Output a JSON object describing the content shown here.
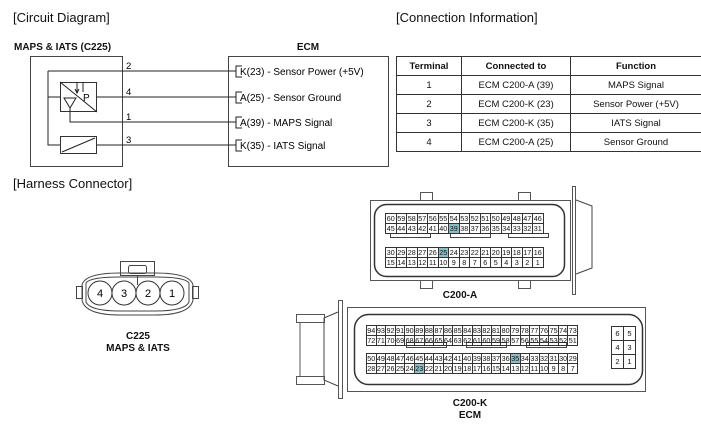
{
  "sections": {
    "circuit_diagram": "[Circuit Diagram]",
    "connection_information": "[Connection Information]",
    "harness_connector": "[Harness Connector]"
  },
  "circuit": {
    "sensor_title": "MAPS & IATS (C225)",
    "sensor_symbol_label": "P",
    "ecm_title": "ECM",
    "wires": [
      {
        "terminal": "2",
        "ecm_label": "K(23) - Sensor Power (+5V)"
      },
      {
        "terminal": "4",
        "ecm_label": "A(25) - Sensor Ground"
      },
      {
        "terminal": "1",
        "ecm_label": "A(39) - MAPS Signal"
      },
      {
        "terminal": "3",
        "ecm_label": "K(35) - IATS Signal"
      }
    ]
  },
  "connection_table": {
    "headers": [
      "Terminal",
      "Connected to",
      "Function"
    ],
    "rows": [
      [
        "1",
        "ECM C200-A (39)",
        "MAPS Signal"
      ],
      [
        "2",
        "ECM C200-K (23)",
        "Sensor Power (+5V)"
      ],
      [
        "3",
        "ECM C200-K (35)",
        "IATS Signal"
      ],
      [
        "4",
        "ECM C200-A (25)",
        "Sensor Ground"
      ]
    ]
  },
  "harness": {
    "c225": {
      "pins": [
        "4",
        "3",
        "2",
        "1"
      ],
      "label_line1": "C225",
      "label_line2": "MAPS & IATS"
    },
    "c200a": {
      "label": "C200-A",
      "highlight_color": "#8fbcc2",
      "upper_rows": [
        [
          "60",
          "59",
          "58",
          "57",
          "56",
          "55",
          "54",
          "53",
          "52",
          "51",
          "50",
          "49",
          "48",
          "47",
          "46"
        ],
        [
          "45",
          "44",
          "43",
          "42",
          "41",
          "40",
          "39",
          "38",
          "37",
          "36",
          "35",
          "34",
          "33",
          "32",
          "31"
        ]
      ],
      "lower_rows": [
        [
          "30",
          "29",
          "28",
          "27",
          "26",
          "25",
          "24",
          "23",
          "22",
          "21",
          "20",
          "19",
          "18",
          "17",
          "16"
        ],
        [
          "15",
          "14",
          "13",
          "12",
          "11",
          "10",
          "9",
          "8",
          "7",
          "6",
          "5",
          "4",
          "3",
          "2",
          "1"
        ]
      ],
      "highlighted": [
        "39",
        "25"
      ]
    },
    "c200k": {
      "label_line1": "C200-K",
      "label_line2": "ECM",
      "upper_rows": [
        [
          "94",
          "93",
          "92",
          "91",
          "90",
          "89",
          "88",
          "87",
          "86",
          "85",
          "84",
          "83",
          "82",
          "81",
          "80",
          "79",
          "78",
          "77",
          "76",
          "75",
          "74",
          "73"
        ],
        [
          "72",
          "71",
          "70",
          "69",
          "68",
          "67",
          "66",
          "65",
          "64",
          "63",
          "62",
          "61",
          "60",
          "59",
          "58",
          "57",
          "56",
          "55",
          "54",
          "53",
          "52",
          "51"
        ]
      ],
      "lower_rows": [
        [
          "50",
          "49",
          "48",
          "47",
          "46",
          "45",
          "44",
          "43",
          "42",
          "41",
          "40",
          "39",
          "38",
          "37",
          "36",
          "35",
          "34",
          "33",
          "32",
          "31",
          "30",
          "29"
        ],
        [
          "28",
          "27",
          "26",
          "25",
          "24",
          "23",
          "22",
          "21",
          "20",
          "19",
          "18",
          "17",
          "16",
          "15",
          "14",
          "13",
          "12",
          "11",
          "10",
          "9",
          "8",
          "7"
        ]
      ],
      "side_block": [
        [
          "6",
          "5"
        ],
        [
          "4",
          "3"
        ],
        [
          "2",
          "1"
        ]
      ],
      "highlighted": [
        "23",
        "35"
      ]
    }
  }
}
